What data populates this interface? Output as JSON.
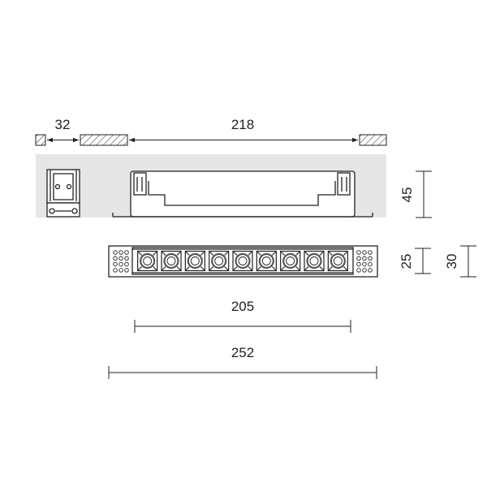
{
  "dimensions": {
    "gap_width": "32",
    "ceiling_cut": "218",
    "height": "45",
    "face_height_inner": "25",
    "face_height_outer": "30",
    "optic_length": "205",
    "total_length": "252"
  },
  "colors": {
    "line": "#222222",
    "ceiling_band": "#e6e6e6",
    "body": "#ffffff",
    "reflector": "#555555"
  },
  "optics": {
    "count": 9
  }
}
